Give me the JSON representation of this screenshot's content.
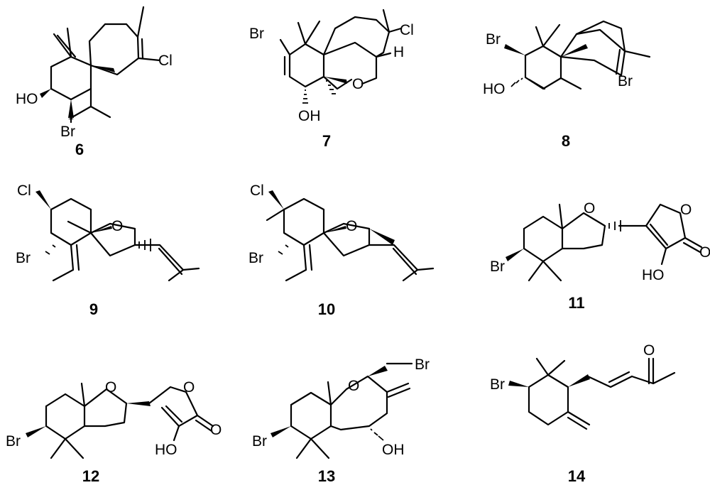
{
  "figure": {
    "compounds": [
      {
        "number": "6",
        "atom_labels": [
          "HO",
          "Br",
          "Cl"
        ]
      },
      {
        "number": "7",
        "atom_labels": [
          "Br",
          "Cl",
          "H",
          "O",
          "OH"
        ]
      },
      {
        "number": "8",
        "atom_labels": [
          "Br",
          "HO",
          "Br"
        ]
      },
      {
        "number": "9",
        "atom_labels": [
          "Cl",
          "Br",
          "O"
        ]
      },
      {
        "number": "10",
        "atom_labels": [
          "Cl",
          "Br",
          "O"
        ]
      },
      {
        "number": "11",
        "atom_labels": [
          "Br",
          "O",
          "O",
          "O",
          "HO"
        ]
      },
      {
        "number": "12",
        "atom_labels": [
          "Br",
          "O",
          "O",
          "O",
          "HO"
        ]
      },
      {
        "number": "13",
        "atom_labels": [
          "Br",
          "O",
          "Br",
          "OH"
        ]
      },
      {
        "number": "14",
        "atom_labels": [
          "Br",
          "O"
        ]
      }
    ]
  }
}
